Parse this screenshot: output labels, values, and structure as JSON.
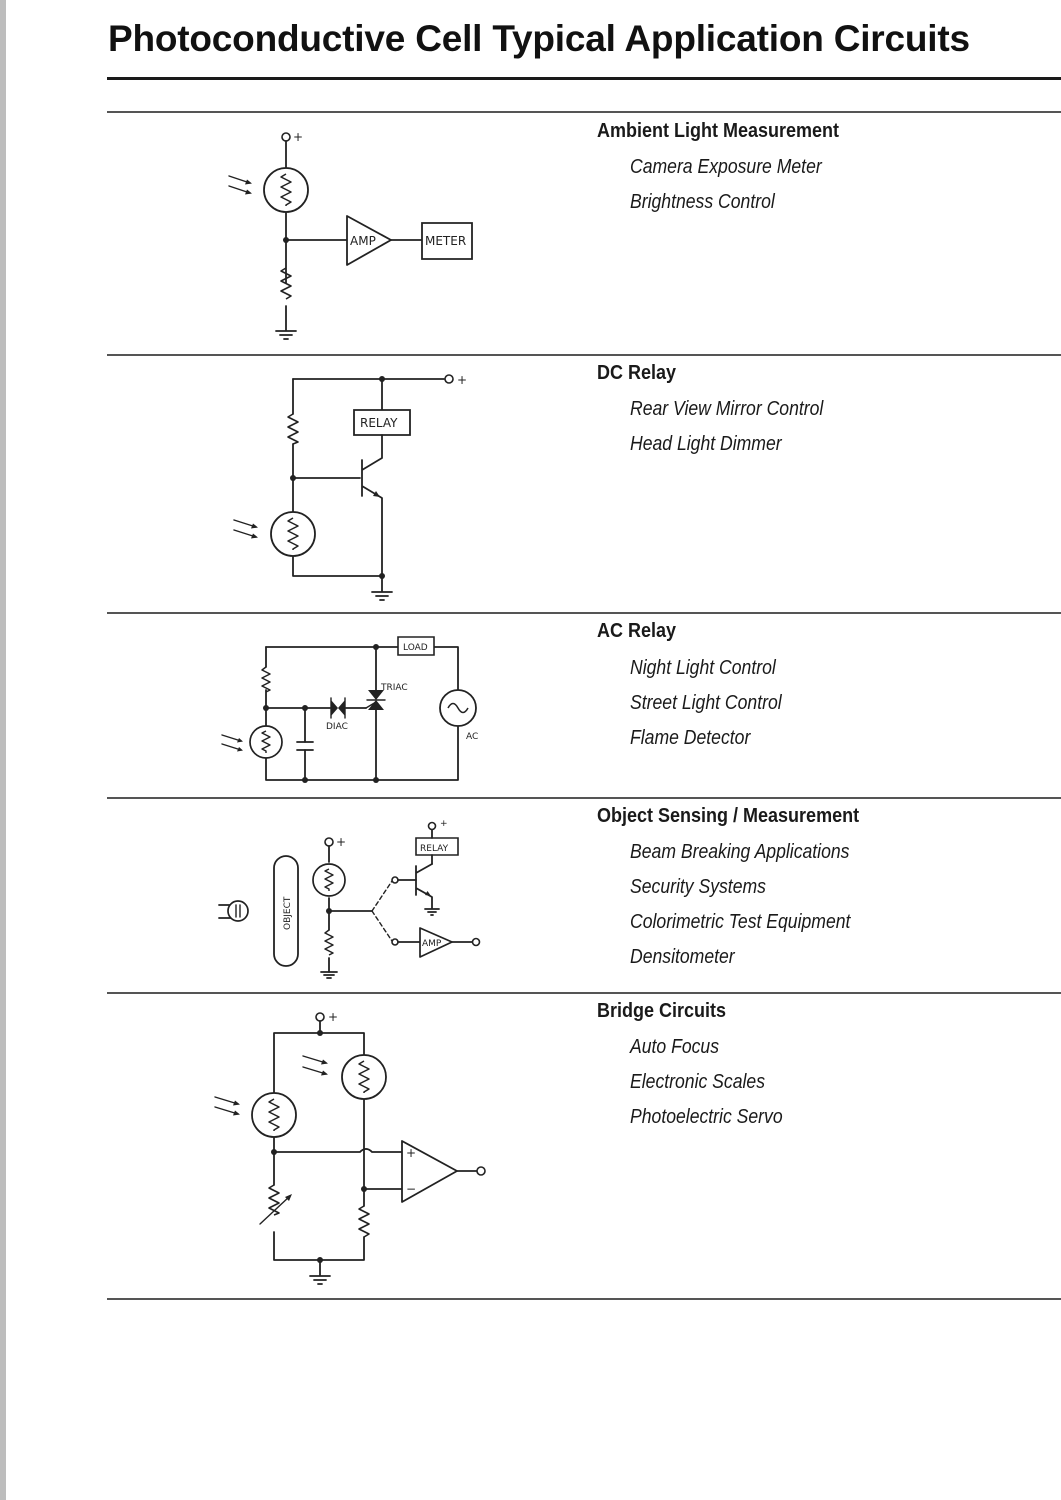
{
  "page": {
    "title": "Photoconductive Cell Typical Application Circuits"
  },
  "sections": [
    {
      "title": "Ambient Light Measurement",
      "applications": [
        "Camera Exposure Meter",
        "Brightness Control"
      ],
      "diagram_labels": {
        "supply": "+",
        "amp": "AMP",
        "meter": "METER"
      }
    },
    {
      "title": "DC Relay",
      "applications": [
        "Rear View Mirror Control",
        "Head Light Dimmer"
      ],
      "diagram_labels": {
        "supply": "+",
        "relay": "RELAY"
      }
    },
    {
      "title": "AC Relay",
      "applications": [
        "Night Light Control",
        "Street Light Control",
        "Flame Detector"
      ],
      "diagram_labels": {
        "load": "LOAD",
        "triac": "TRIAC",
        "diac": "DIAC",
        "ac": "AC"
      }
    },
    {
      "title": "Object Sensing / Measurement",
      "applications": [
        "Beam Breaking Applications",
        "Security Systems",
        "Colorimetric Test Equipment",
        "Densitometer"
      ],
      "diagram_labels": {
        "supply": "+",
        "supply2": "+",
        "relay": "RELAY",
        "object": "OBJECT",
        "amp": "AMP"
      }
    },
    {
      "title": "Bridge Circuits",
      "applications": [
        "Auto Focus",
        "Electronic Scales",
        "Photoelectric Servo"
      ],
      "diagram_labels": {
        "supply": "+",
        "plus": "+",
        "minus": "−"
      }
    }
  ]
}
